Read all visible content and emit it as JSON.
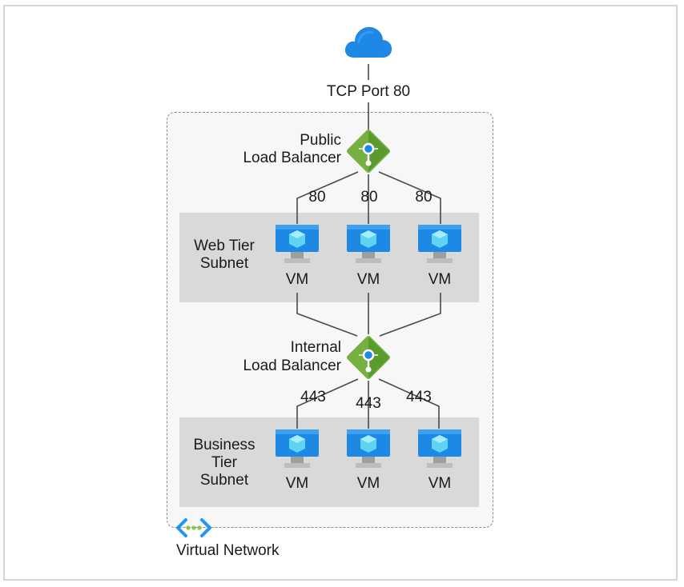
{
  "internet": {
    "port_label": "TCP Port 80"
  },
  "public_lb": {
    "label_line1": "Public",
    "label_line2": "Load Balancer",
    "port_labels": [
      "80",
      "80",
      "80"
    ]
  },
  "web_subnet": {
    "label_line1": "Web Tier",
    "label_line2": "Subnet",
    "vms": [
      "VM",
      "VM",
      "VM"
    ]
  },
  "internal_lb": {
    "label_line1": "Internal",
    "label_line2": "Load Balancer",
    "port_labels": [
      "443",
      "443",
      "443"
    ]
  },
  "business_subnet": {
    "label_line1": "Business",
    "label_line2": "Tier",
    "label_line3": "Subnet",
    "vms": [
      "VM",
      "VM",
      "VM"
    ]
  },
  "vnet": {
    "label": "Virtual Network"
  },
  "colors": {
    "cloud": "#1e88e5",
    "lb": "#7cb342",
    "vm_screen": "#1e88e5",
    "vm_cube": "#64d8f5",
    "vnet_arrows": "#2196f3",
    "vnet_dots": "#8bc34a"
  }
}
